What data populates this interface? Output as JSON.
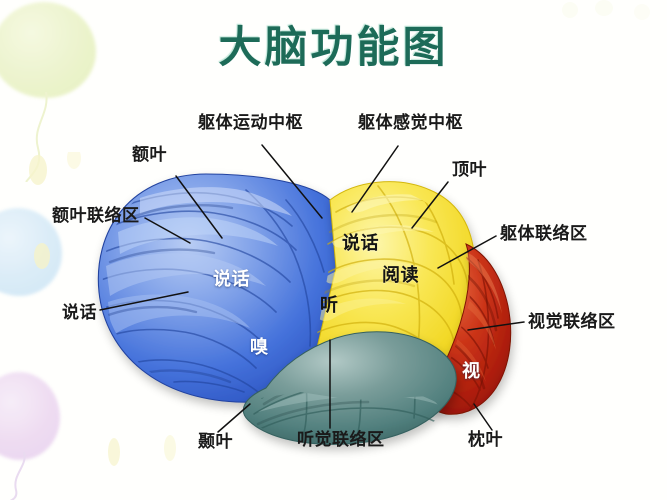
{
  "page": {
    "title": "大脑功能图",
    "title_color": "#1d6b58",
    "background_color": "#fffffd"
  },
  "diagram": {
    "subject": "human-brain-lateral-view",
    "regions": [
      {
        "key": "frontal",
        "name": "额叶",
        "color": "#3f6fd8",
        "highlight": "#96b6ee"
      },
      {
        "key": "parietal",
        "name": "顶叶",
        "color": "#f4dd2e",
        "highlight": "#fdf39a"
      },
      {
        "key": "occipital",
        "name": "枕叶",
        "color": "#bf2513",
        "highlight": "#e0603a"
      },
      {
        "key": "temporal",
        "name": "颞叶",
        "color": "#5c8484",
        "highlight": "#9fbcba"
      }
    ]
  },
  "labels": {
    "callouts": [
      {
        "id": "frontal-lobe",
        "text": "额叶"
      },
      {
        "id": "somatic-motor-center",
        "text": "躯体运动中枢"
      },
      {
        "id": "somatic-sensory-center",
        "text": "躯体感觉中枢"
      },
      {
        "id": "parietal-lobe",
        "text": "顶叶"
      },
      {
        "id": "frontal-association",
        "text": "额叶联络区"
      },
      {
        "id": "somatic-association",
        "text": "躯体联络区"
      },
      {
        "id": "speech-left",
        "text": "说话"
      },
      {
        "id": "visual-association",
        "text": "视觉联络区"
      },
      {
        "id": "temporal-lobe",
        "text": "颞叶"
      },
      {
        "id": "auditory-association",
        "text": "听觉联络区"
      },
      {
        "id": "occipital-lobe",
        "text": "枕叶"
      }
    ],
    "inner": [
      {
        "id": "speech-frontal",
        "text": "说话",
        "style": "light"
      },
      {
        "id": "speech-parietal",
        "text": "说话",
        "style": "dark"
      },
      {
        "id": "reading",
        "text": "阅读",
        "style": "dark"
      },
      {
        "id": "hearing",
        "text": "听",
        "style": "dark"
      },
      {
        "id": "smell",
        "text": "嗅",
        "style": "light"
      },
      {
        "id": "vision",
        "text": "视",
        "style": "light"
      }
    ]
  }
}
